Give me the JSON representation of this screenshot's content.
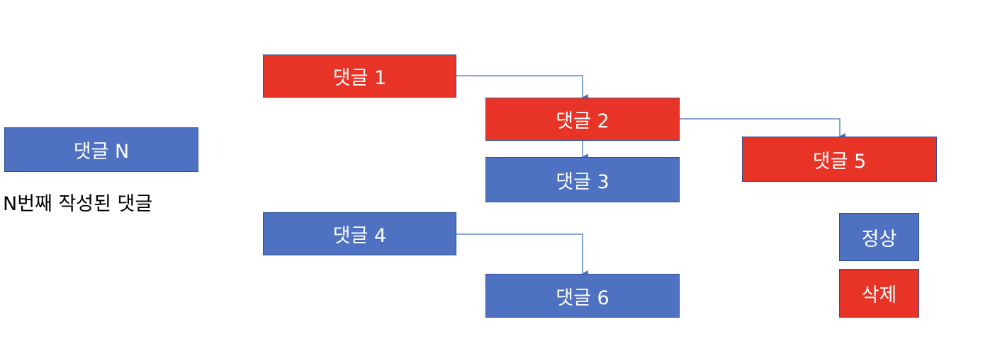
{
  "legend": {
    "sample_box": "댓글 N",
    "sample_caption": "N번째 작성된 댓글",
    "normal_label": "정상",
    "deleted_label": "삭제"
  },
  "comments": {
    "c1": "댓글 1",
    "c2": "댓글 2",
    "c3": "댓글 3",
    "c4": "댓글 4",
    "c5": "댓글 5",
    "c6": "댓글 6"
  },
  "colors": {
    "normal": "#4e72c1",
    "deleted": "#e83427",
    "connector": "#4472c4"
  }
}
